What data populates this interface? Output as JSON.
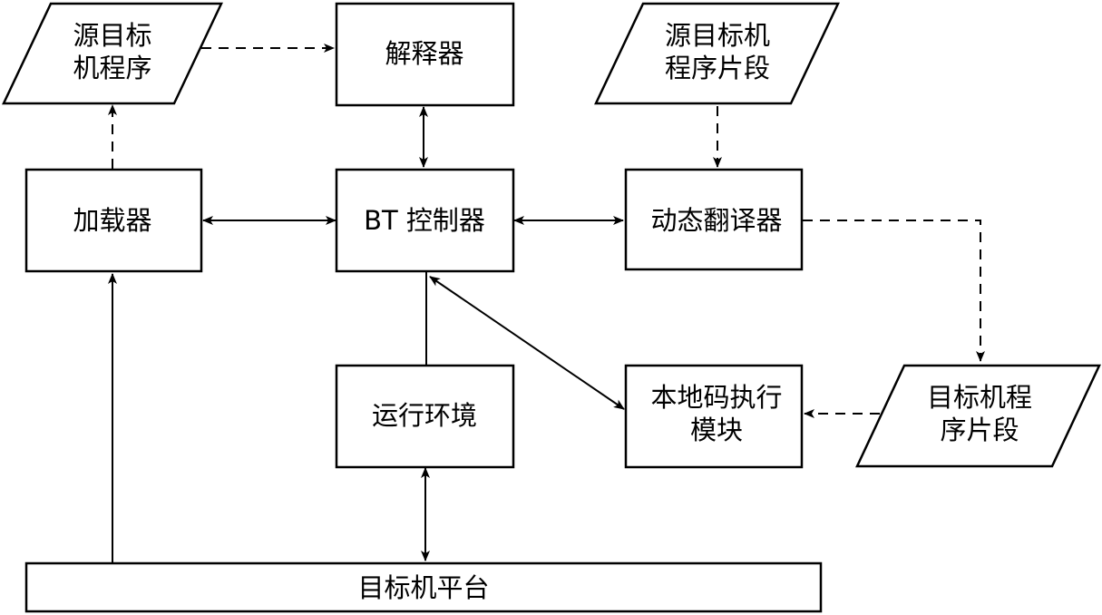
{
  "nodes": {
    "source_program": {
      "lines": [
        "源目标",
        "机程序"
      ]
    },
    "interpreter": {
      "lines": [
        "解释器"
      ]
    },
    "source_fragment": {
      "lines": [
        "源目标机",
        "程序片段"
      ]
    },
    "loader": {
      "lines": [
        "加载器"
      ]
    },
    "bt_controller": {
      "lines": [
        "BT 控制器"
      ]
    },
    "dynamic_translator": {
      "lines": [
        "动态翻译器"
      ]
    },
    "runtime_env": {
      "lines": [
        "运行环境"
      ]
    },
    "native_exec": {
      "lines": [
        "本地码执行",
        "模块"
      ]
    },
    "target_fragment": {
      "lines": [
        "目标机程",
        "序片段"
      ]
    },
    "target_platform": {
      "lines": [
        "目标机平台"
      ]
    }
  },
  "colors": {
    "stroke": "#000000",
    "fill": "#ffffff"
  }
}
